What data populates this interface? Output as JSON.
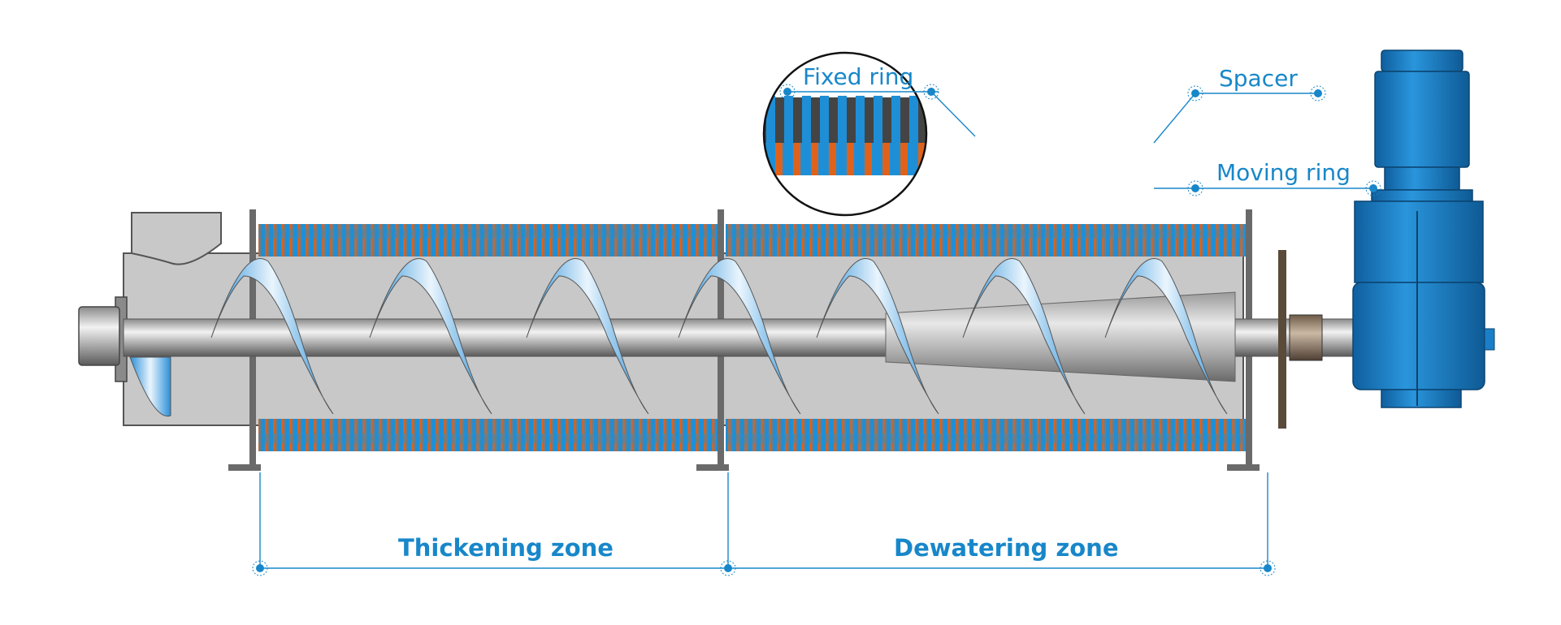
{
  "labels": {
    "fixed_ring": "Fixed ring",
    "spacer": "Spacer",
    "moving_ring": "Moving ring",
    "thickening_zone": "Thickening zone",
    "dewatering_zone": "Dewatering zone"
  },
  "colors": {
    "accent": "#1887c9",
    "ring_blue": "#1e8fd6",
    "moving_ring_orange": "#e0621a",
    "body_gray": "#c8c8c8",
    "motor_blue": "#1a7fc8"
  }
}
